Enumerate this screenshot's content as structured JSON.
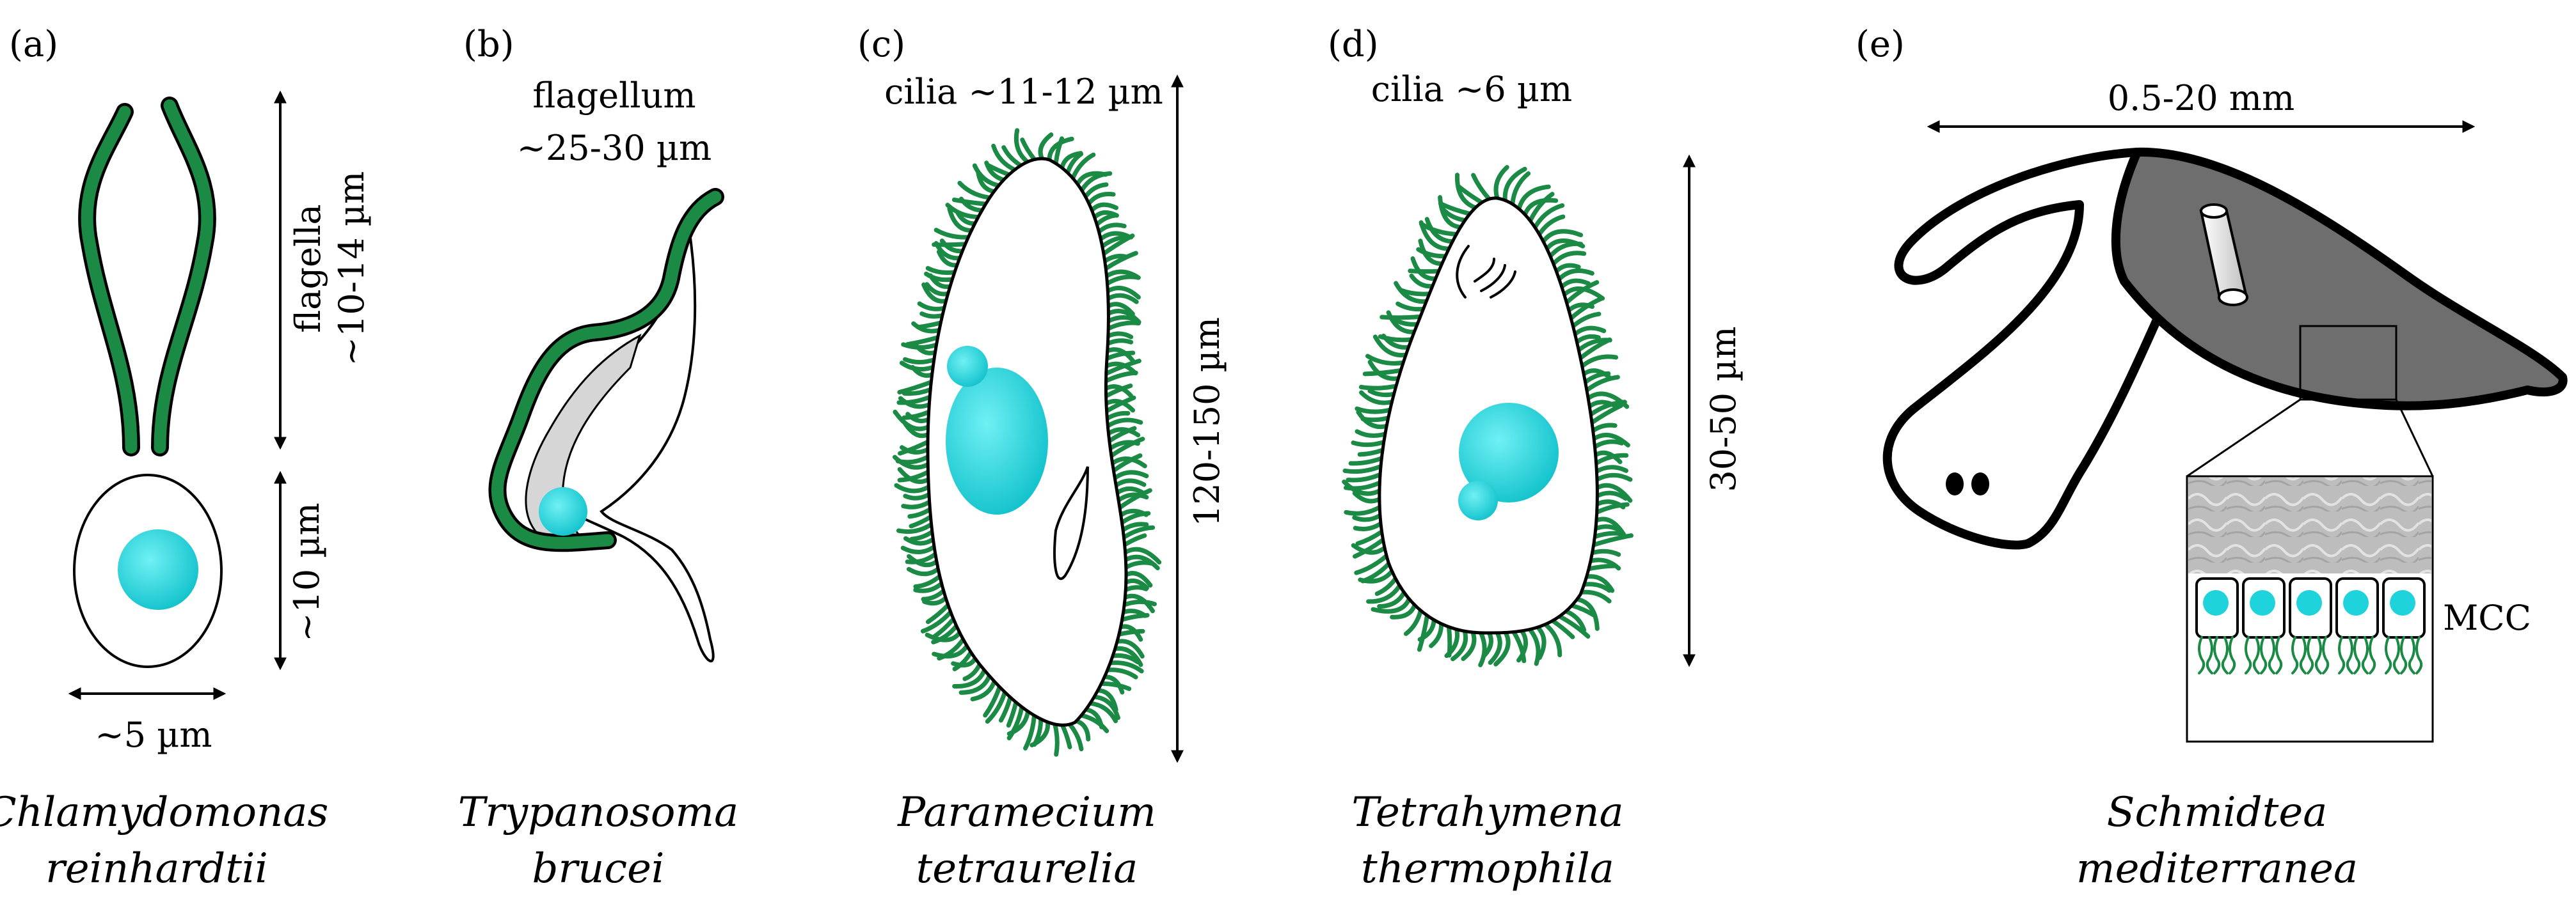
{
  "colors": {
    "flagella": "#1a8a45",
    "nucleus": "#1ed3dc",
    "outline": "#000000",
    "grey_fill": "#d6d6d6",
    "dark_grey": "#6e6e6e"
  },
  "panels": [
    {
      "letter": "(a)",
      "species_line1": "Chlamydomonas",
      "species_line2": "reinhardtii",
      "labels": {
        "flagella_line1": "flagella",
        "flagella_line2": "~10-14 µm",
        "height": "~10 µm",
        "width": "~5 µm"
      }
    },
    {
      "letter": "(b)",
      "species_line1": "Trypanosoma",
      "species_line2": "brucei",
      "labels": {
        "flagellum_line1": "flagellum",
        "flagellum_line2": "~25-30 µm"
      }
    },
    {
      "letter": "(c)",
      "species_line1": "Paramecium",
      "species_line2": "tetraurelia",
      "labels": {
        "cilia": "cilia ~11-12 µm",
        "length": "120-150 µm"
      }
    },
    {
      "letter": "(d)",
      "species_line1": "Tetrahymena",
      "species_line2": "thermophila",
      "labels": {
        "cilia": "cilia ~6 µm",
        "length": "30-50 µm"
      }
    },
    {
      "letter": "(e)",
      "species_line1": "Schmidtea",
      "species_line2": "mediterranea",
      "labels": {
        "length": "0.5-20 mm",
        "mcc": "MCC"
      }
    }
  ]
}
